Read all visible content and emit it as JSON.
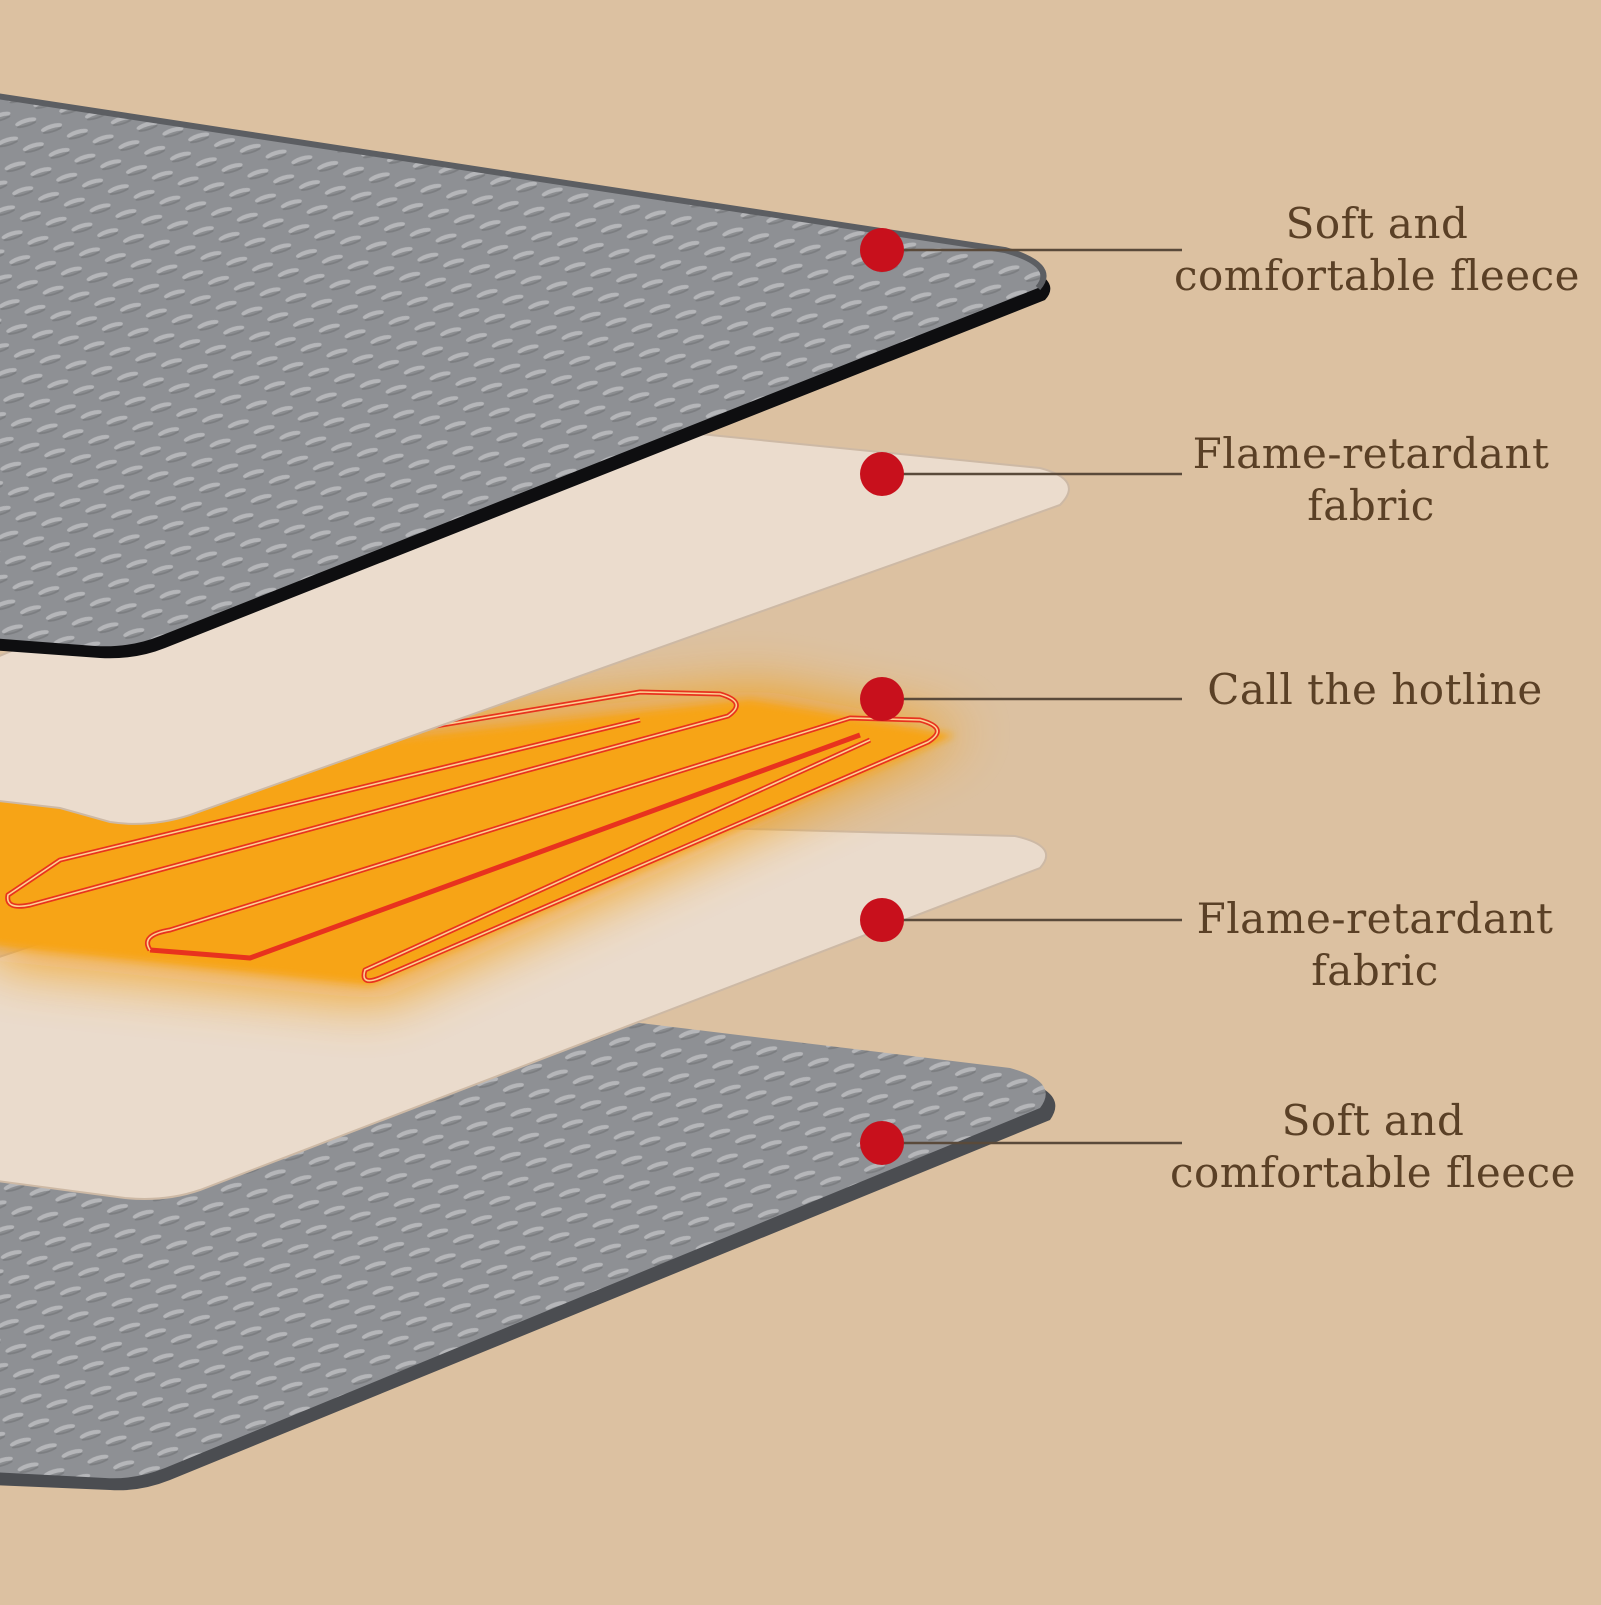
{
  "colors": {
    "background": "#dcc1a1",
    "fleece": "#8d8f93",
    "fleece_edge": "#5c5e62",
    "fabric": "#ebdccd",
    "heating": "#f7a413",
    "heating_wire": "#e8321e",
    "marker": "#c8101c",
    "label_text": "#5a4026",
    "leader_line": "#5a4a3a"
  },
  "layers": [
    {
      "material": "fleece",
      "label_lines": [
        "Soft and",
        "comfortable fleece"
      ]
    },
    {
      "material": "fabric",
      "label_lines": [
        "Flame-retardant",
        "fabric"
      ]
    },
    {
      "material": "heating",
      "label_lines": [
        "Call the hotline"
      ]
    },
    {
      "material": "fabric",
      "label_lines": [
        "Flame-retardant",
        "fabric"
      ]
    },
    {
      "material": "fleece",
      "label_lines": [
        "Soft and",
        "comfortable fleece"
      ]
    }
  ]
}
